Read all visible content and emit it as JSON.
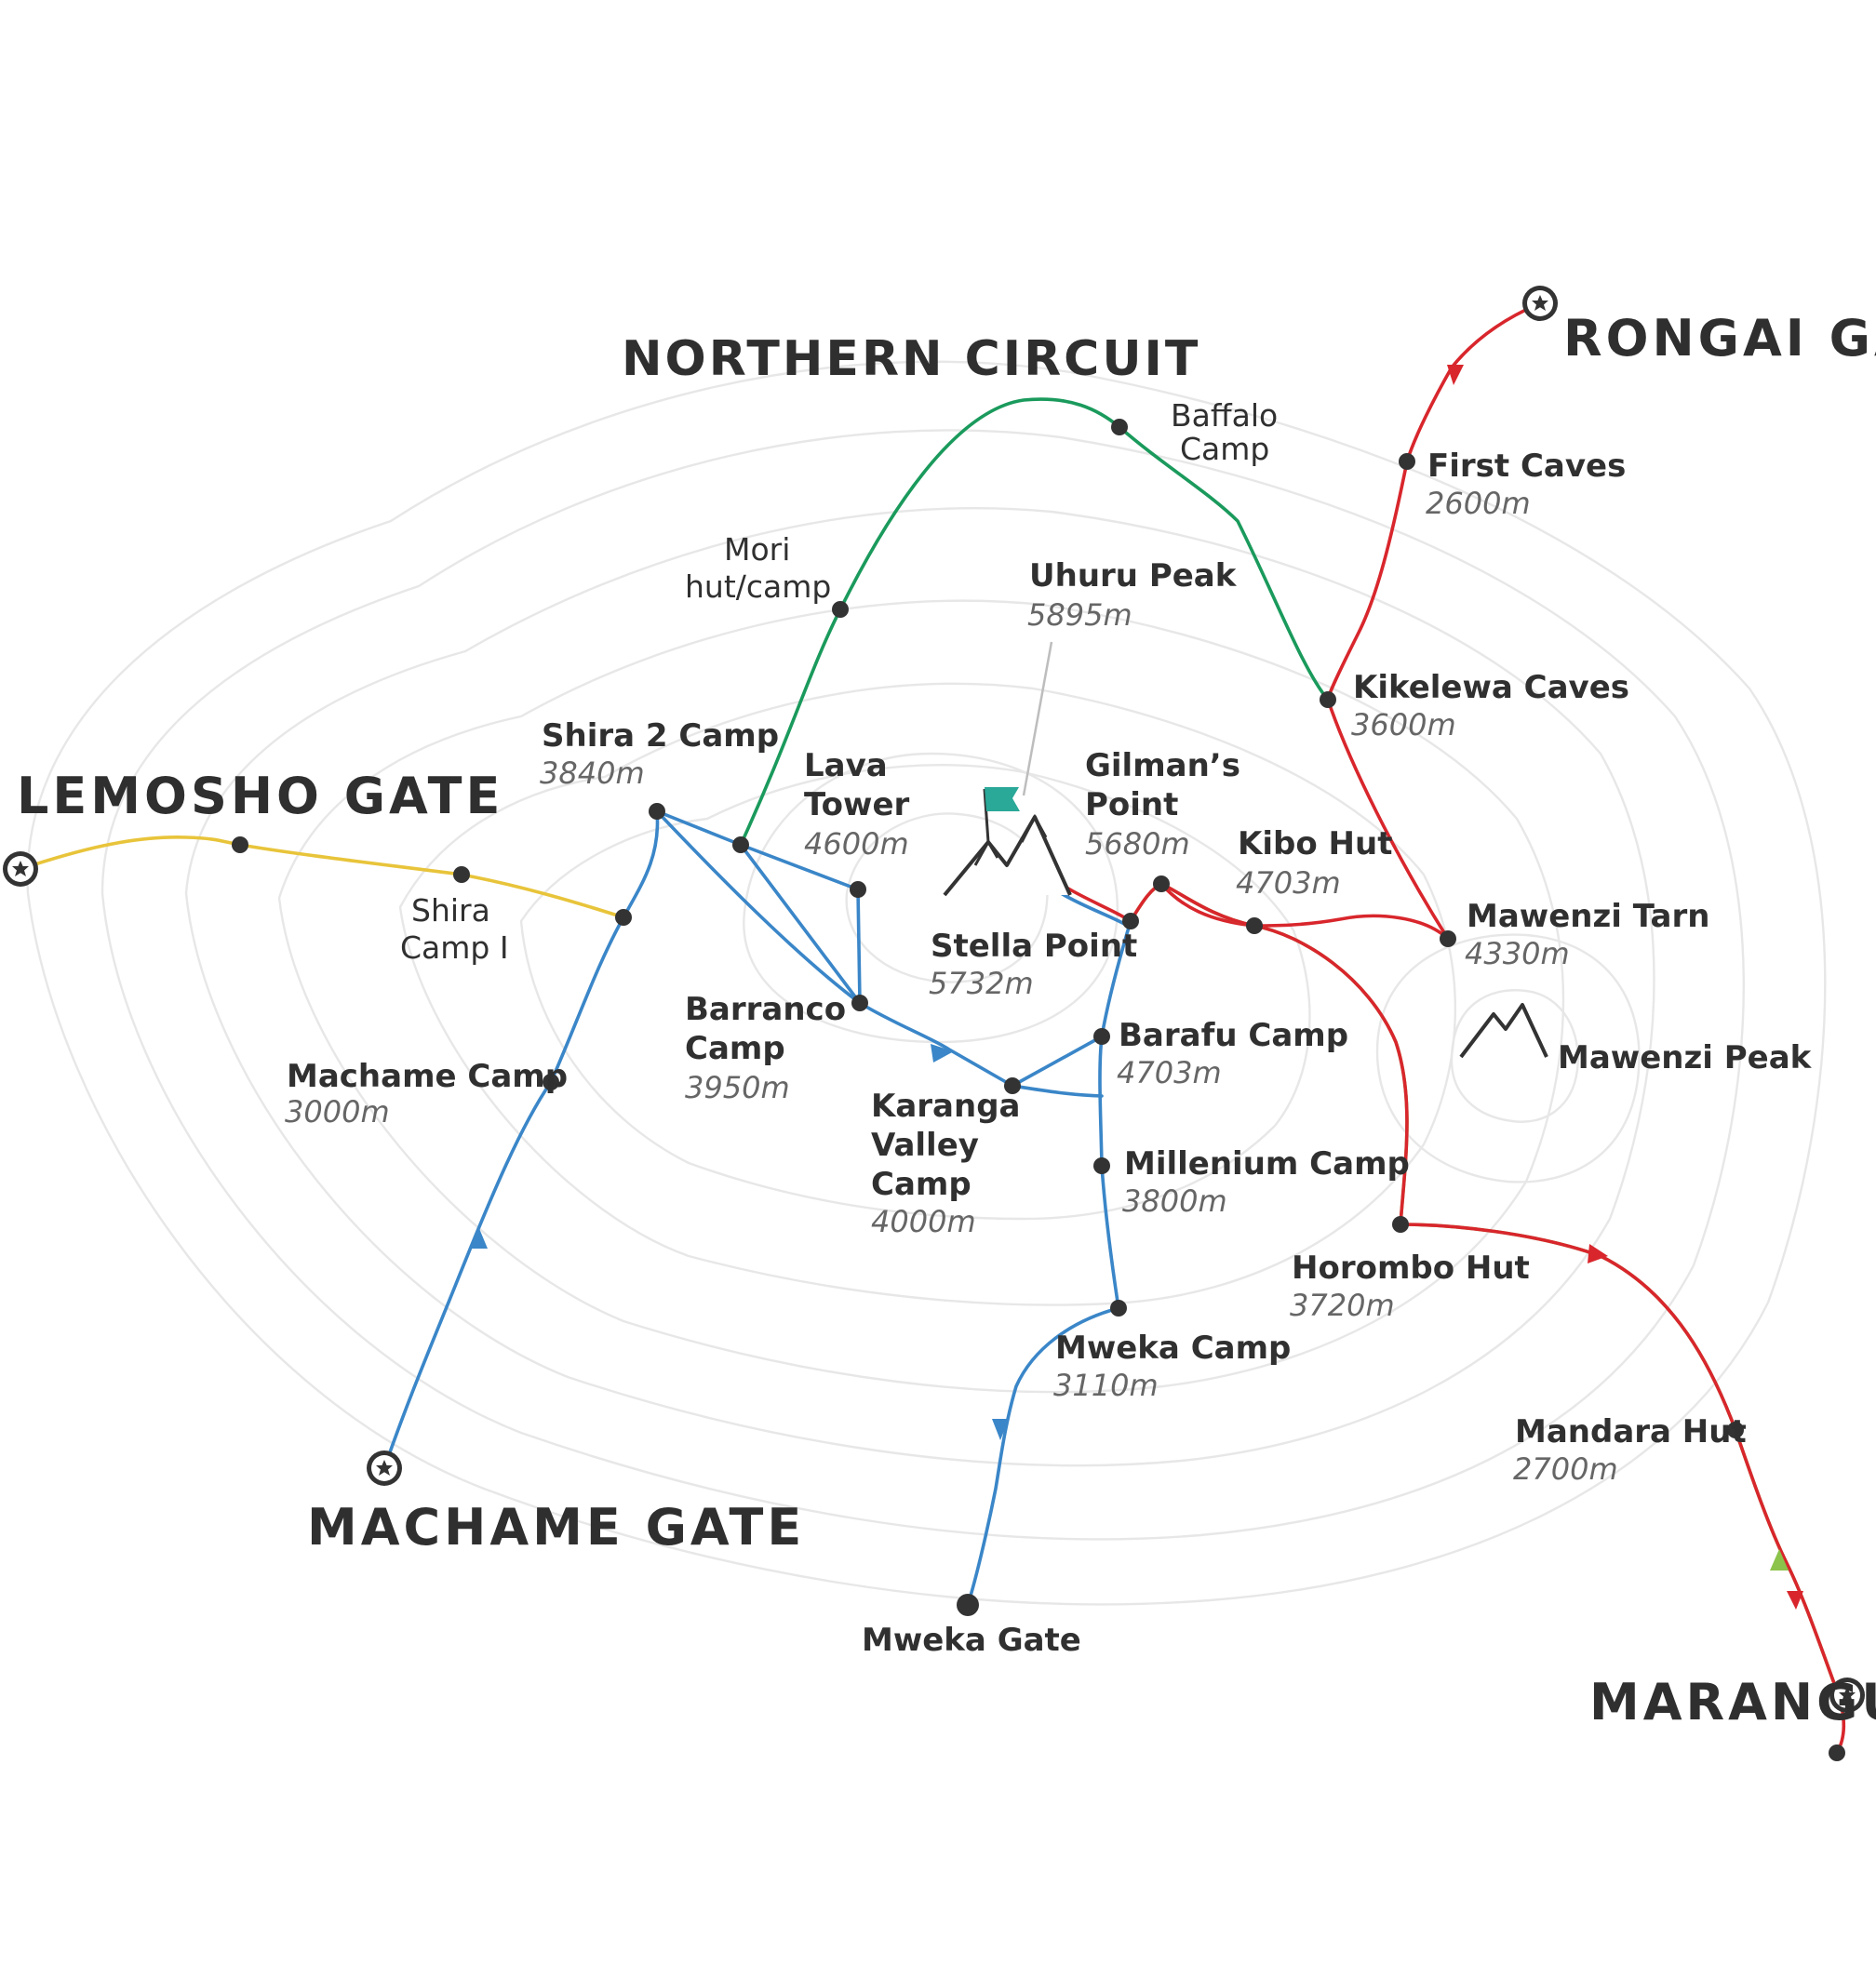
{
  "map": {
    "region_title": "NORTHERN CIRCUIT",
    "gates": {
      "rongai": "RONGAI GATE",
      "lemosho": "LEMOSHO GATE",
      "machame": "MACHAME GATE",
      "marangu": "MARANGU"
    },
    "places": {
      "baffalo_camp": {
        "line1": "Baffalo",
        "line2": "Camp"
      },
      "mori_camp": {
        "line1": "Mori",
        "line2": "hut/camp"
      },
      "shira_camp_1": {
        "line1": "Shira",
        "line2": "Camp I"
      },
      "first_caves": {
        "name": "First Caves",
        "altitude": "2600m"
      },
      "uhuru_peak": {
        "name": "Uhuru Peak",
        "altitude": "5895m"
      },
      "kikelewa_caves": {
        "name": "Kikelewa Caves",
        "altitude": "3600m"
      },
      "shira_2_camp": {
        "name": "Shira 2 Camp",
        "altitude": "3840m"
      },
      "lava_tower": {
        "line1": "Lava",
        "line2": "Tower",
        "altitude": "4600m"
      },
      "gilmans_point": {
        "line1": "Gilman’s",
        "line2": "Point",
        "altitude": "5680m"
      },
      "kibo_hut": {
        "name": "Kibo Hut",
        "altitude": "4703m"
      },
      "mawenzi_tarn": {
        "name": "Mawenzi Tarn",
        "altitude": "4330m"
      },
      "stella_point": {
        "name": "Stella Point",
        "altitude": "5732m"
      },
      "barranco_camp": {
        "line1": "Barranco",
        "line2": "Camp",
        "altitude": "3950m"
      },
      "barafu_camp": {
        "name": "Barafu Camp",
        "altitude": "4703m"
      },
      "mawenzi_peak": {
        "name": "Mawenzi Peak"
      },
      "machame_camp": {
        "name": "Machame Camp",
        "altitude": "3000m"
      },
      "karanga_valley_camp": {
        "line1": "Karanga",
        "line2": "Valley",
        "line3": "Camp",
        "altitude": "4000m"
      },
      "millenium_camp": {
        "name": "Millenium Camp",
        "altitude": "3800m"
      },
      "horombo_hut": {
        "name": "Horombo Hut",
        "altitude": "3720m"
      },
      "mweka_camp": {
        "name": "Mweka Camp",
        "altitude": "3110m"
      },
      "mandara_hut": {
        "name": "Mandara Hut",
        "altitude": "2700m"
      },
      "mweka_gate": {
        "name": "Mweka Gate"
      }
    },
    "colors": {
      "lemosho_route": "#e8c43a",
      "northern_circuit_route": "#1a9a5c",
      "rongai_route": "#d8262c",
      "marangu_route": "#8cc34a",
      "machame_route": "#3a86c8",
      "contours": "#e7e7e7",
      "summit_flag": "#2aa898"
    },
    "icons": [
      "summit-flag-icon",
      "mountain-icon",
      "star-icon"
    ]
  }
}
